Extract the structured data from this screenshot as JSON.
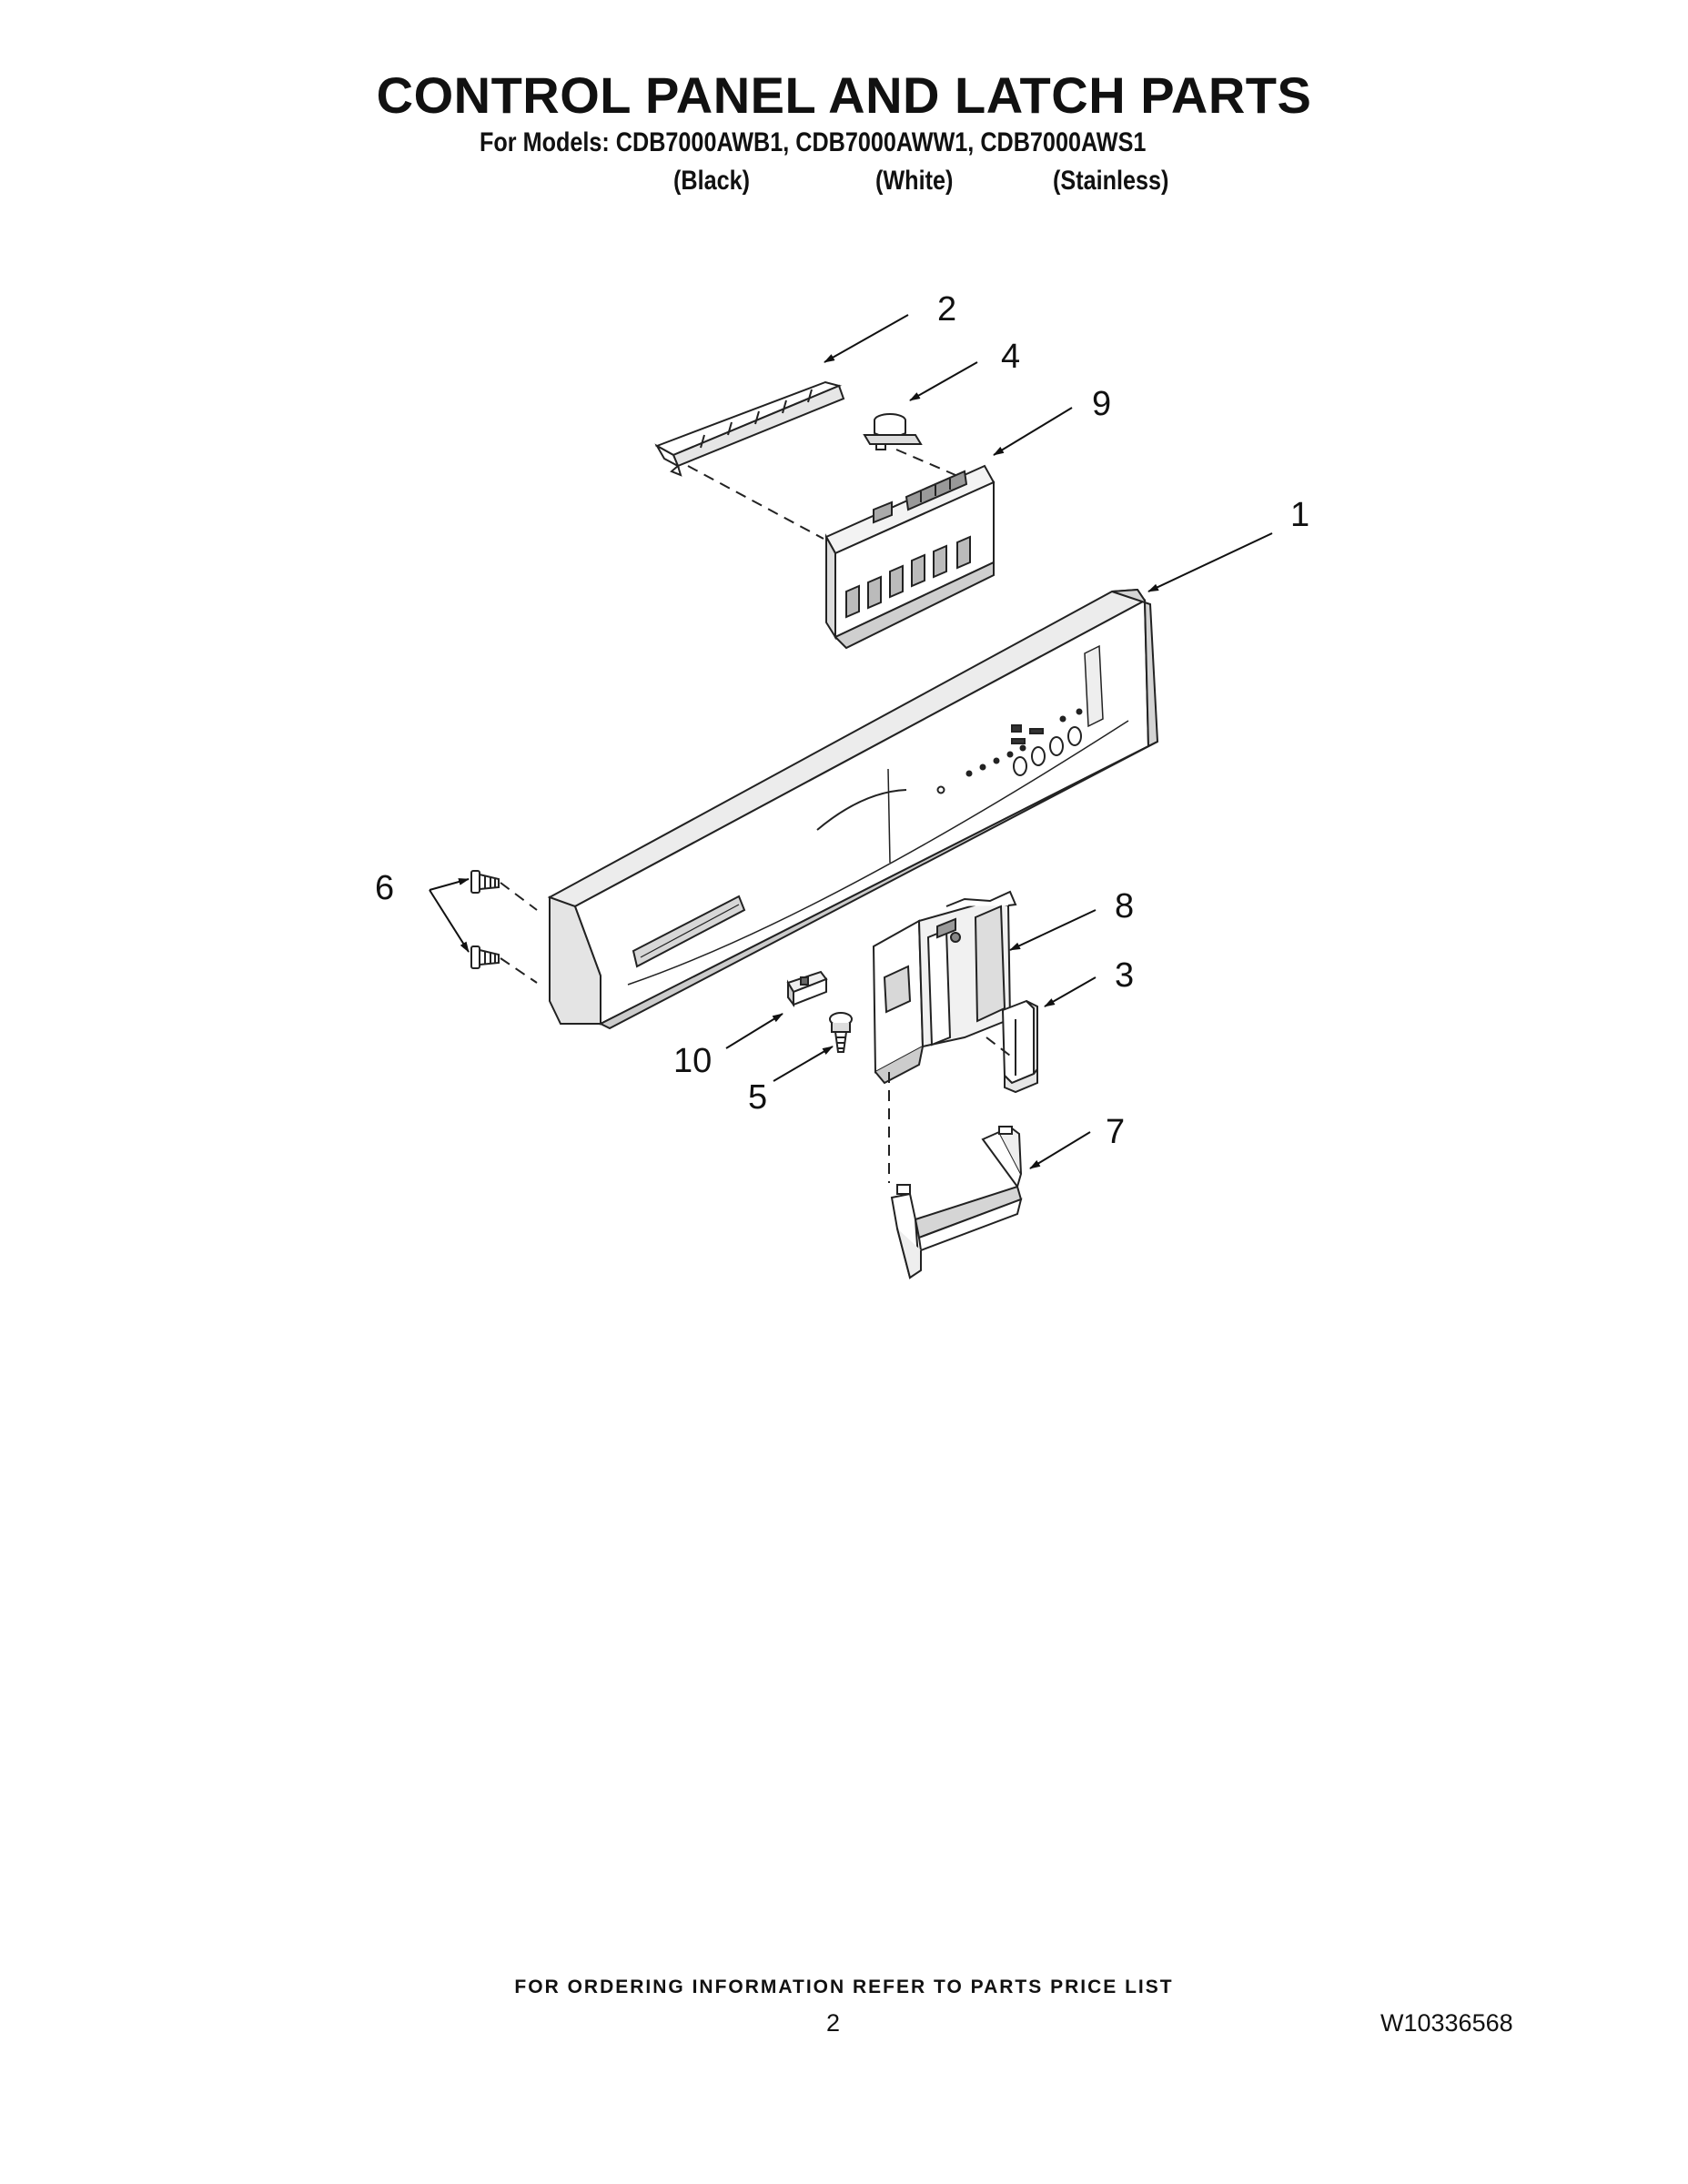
{
  "header": {
    "title": "CONTROL PANEL AND LATCH PARTS",
    "models_line": "For Models: CDB7000AWB1, CDB7000AWW1, CDB7000AWS1",
    "variants": [
      "(Black)",
      "(White)",
      "(Stainless)"
    ]
  },
  "callouts": {
    "c1": "1",
    "c2": "2",
    "c3": "3",
    "c4": "4",
    "c5": "5",
    "c6": "6",
    "c7": "7",
    "c8": "8",
    "c9": "9",
    "c10": "10"
  },
  "footer": {
    "ordering_note": "FOR ORDERING INFORMATION REFER TO PARTS PRICE LIST",
    "page_number": "2",
    "document_id": "W10336568"
  }
}
